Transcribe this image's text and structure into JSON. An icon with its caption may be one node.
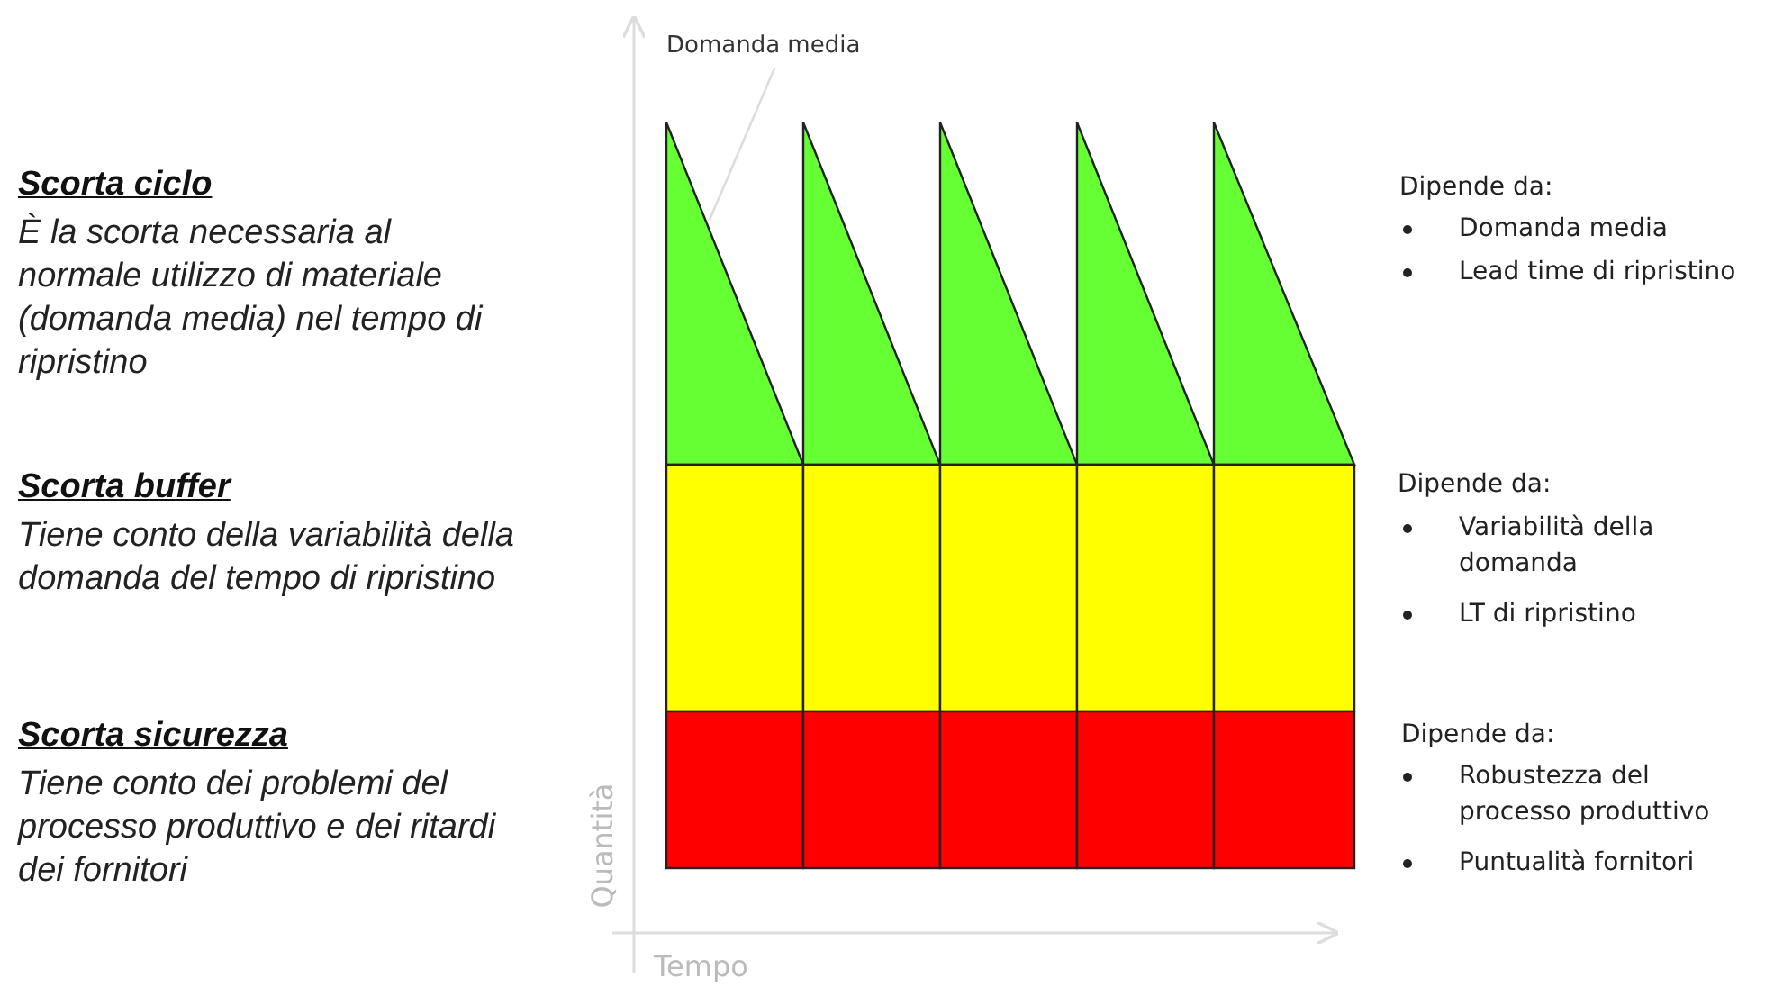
{
  "diagram": {
    "nodes": [
      {
        "text": [
          "Domanda media"
        ]
      },
      {
        "text": [],
        "shape": "triangle"
      },
      {
        "text": [],
        "shape": "triangle"
      },
      {
        "text": [],
        "shape": "triangle"
      },
      {
        "text": [],
        "shape": "triangle"
      },
      {
        "text": [],
        "shape": "triangle"
      },
      {
        "text": [],
        "shape": "box"
      },
      {
        "text": [],
        "shape": "box"
      },
      {
        "text": [],
        "shape": "box"
      },
      {
        "text": [],
        "shape": "box"
      },
      {
        "text": [],
        "shape": "box"
      },
      {
        "text": [],
        "shape": "box"
      },
      {
        "text": [],
        "shape": "box"
      },
      {
        "text": [],
        "shape": "box"
      },
      {
        "text": [],
        "shape": "box"
      },
      {
        "text": [],
        "shape": "box"
      }
    ],
    "edges": [
      {
        "from": 0,
        "to": 1,
        "arrow": "none"
      }
    ],
    "labels": [
      "Scorta ciclo",
      "È la scorta necessaria al normale utilizzo di materiale (domanda media) nel tempo di ripristino",
      "Dipende da:",
      "Domanda media",
      "Lead time di ripristino",
      "Scorta buffer",
      "Tiene conto della variabilità della domanda del tempo di ripristino",
      "Dipende da:",
      "Variabilità della domanda",
      "LT di ripristino",
      "Scorta sicurezza",
      "Tiene conto dei problemi del processo produttivo e dei ritardi dei fornitori",
      "Dipende da:",
      "Robustezza del processo produttivo",
      "Puntualità fornitori",
      "Quantità",
      "Tempo"
    ]
  }
}
